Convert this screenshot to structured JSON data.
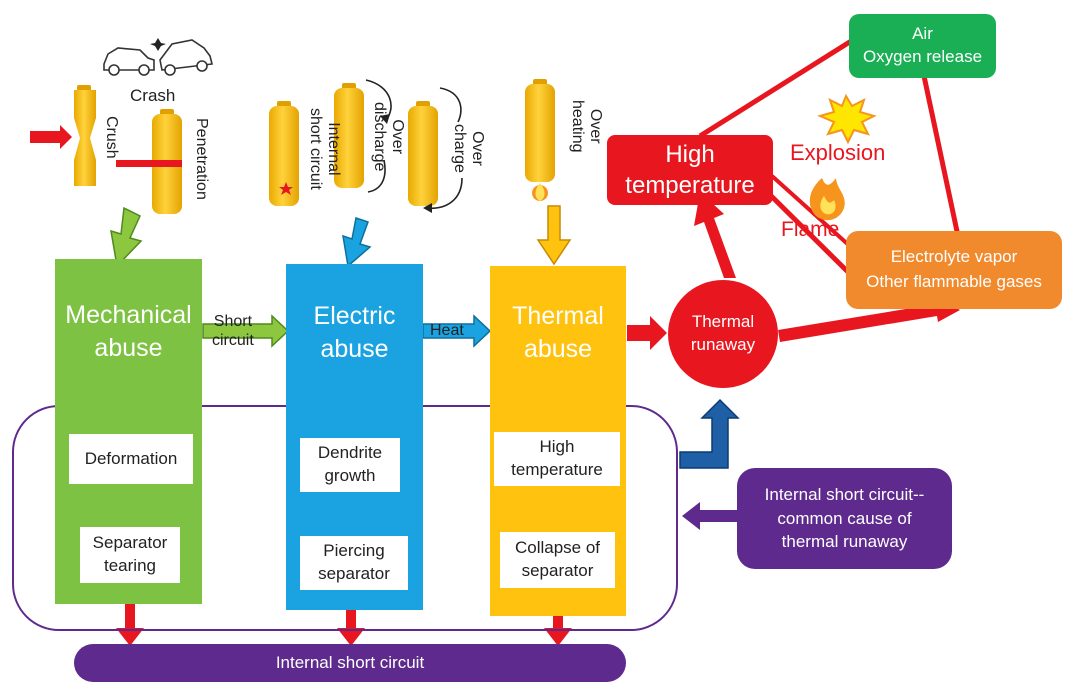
{
  "top": {
    "crash": "Crash",
    "crush": "Crush",
    "penetration": "Penetration",
    "internal_short_circuit": "Internal\nshort circuit",
    "over_discharge": "Over\ndischarge",
    "over_charge": "Over\ncharge",
    "over_heating": "Over\nheating"
  },
  "columns": {
    "mechanical": {
      "title": "Mechanical\nabuse",
      "color": "#7dc242",
      "step1": "Deformation",
      "step2": "Separator\ntearing"
    },
    "electric": {
      "title": "Electric\nabuse",
      "color": "#1aa3e0",
      "step1": "Dendrite\ngrowth",
      "step2": "Piercing\nseparator"
    },
    "thermal": {
      "title": "Thermal\nabuse",
      "color": "#ffc20e",
      "step1": "High\ntemperature",
      "step2": "Collapse of\nseparator"
    }
  },
  "connectors": {
    "short_circuit": "Short\ncircuit",
    "heat": "Heat"
  },
  "runaway": {
    "label": "Thermal\nrunaway",
    "color": "#e8171f"
  },
  "right": {
    "high_temperature": "High\ntemperature",
    "air_oxygen": "Air\nOxygen release",
    "explosion": "Explosion",
    "flame": "Flame",
    "electrolyte": "Electrolyte vapor\nOther flammable gases"
  },
  "common_cause": "Internal short circuit--\ncommon cause of\nthermal runaway",
  "bottom_bar": "Internal short circuit",
  "colors": {
    "red": "#e8171f",
    "green_box": "#1aaf54",
    "orange_box": "#f08a2d",
    "purple": "#5e2a8d",
    "cell_yellow": "#fdc00f",
    "dark_blue_arrow": "#1f5fa6"
  }
}
